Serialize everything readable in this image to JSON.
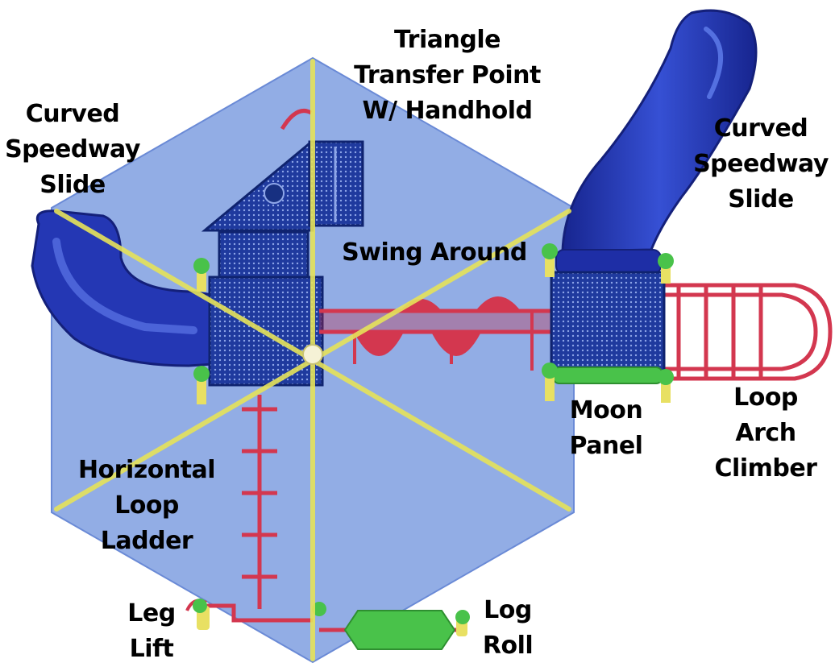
{
  "labels": {
    "triangle_transfer": [
      "Triangle",
      "Transfer Point",
      "W/ Handhold"
    ],
    "curved_slide_left": [
      "Curved",
      "Speedway",
      "Slide"
    ],
    "curved_slide_right": [
      "Curved",
      "Speedway",
      "Slide"
    ],
    "swing_around": "Swing Around",
    "moon_panel": [
      "Moon",
      "Panel"
    ],
    "loop_arch_climber": [
      "Loop",
      "Arch",
      "Climber"
    ],
    "horizontal_loop_ladder": [
      "Horizontal",
      "Loop",
      "Ladder"
    ],
    "leg_lift": [
      "Leg",
      "Lift"
    ],
    "log_roll": [
      "Log",
      "Roll"
    ]
  },
  "colors": {
    "hexagon_fill": "#7f9fe0",
    "hexagon_stroke": "#6a8ad6",
    "deck_blue": "#1f3a9e",
    "slide_blue": "#2437b4",
    "rail_red": "#d3374f",
    "post_yellow": "#e8e063",
    "accent_green": "#49c24a"
  }
}
